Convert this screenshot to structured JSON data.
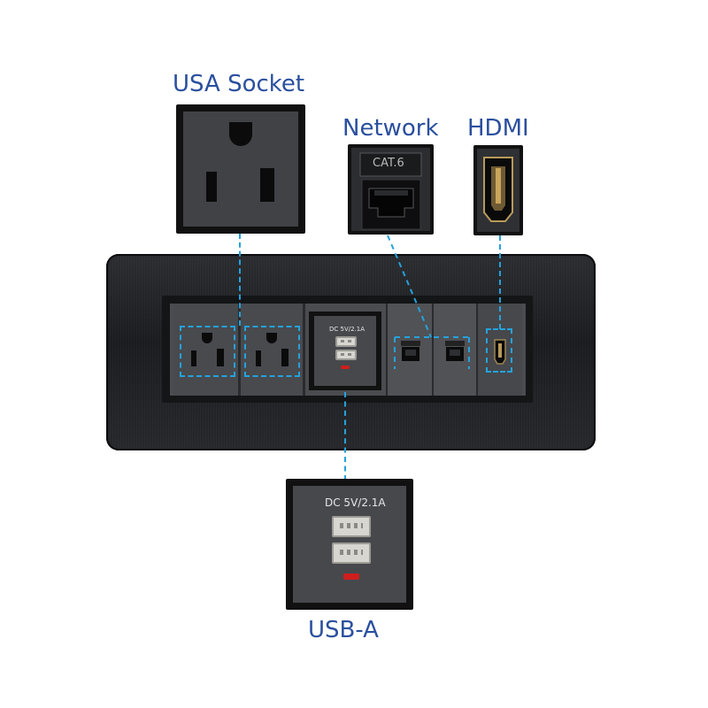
{
  "labels": {
    "usa_socket": "USA Socket",
    "network": "Network",
    "hdmi": "HDMI",
    "usb_a": "USB-A"
  },
  "module_text": {
    "rj45_marking": "CAT.6",
    "usb_rating": "DC 5V/2.1A"
  },
  "colors": {
    "label_blue": "#2a4f9e",
    "dash_blue": "#25a2db",
    "led_red": "#d01e1e"
  },
  "icons": [
    "us-outlet-icon",
    "rj45-port-icon",
    "hdmi-port-icon",
    "usb-a-port-icon",
    "led-indicator-icon"
  ]
}
